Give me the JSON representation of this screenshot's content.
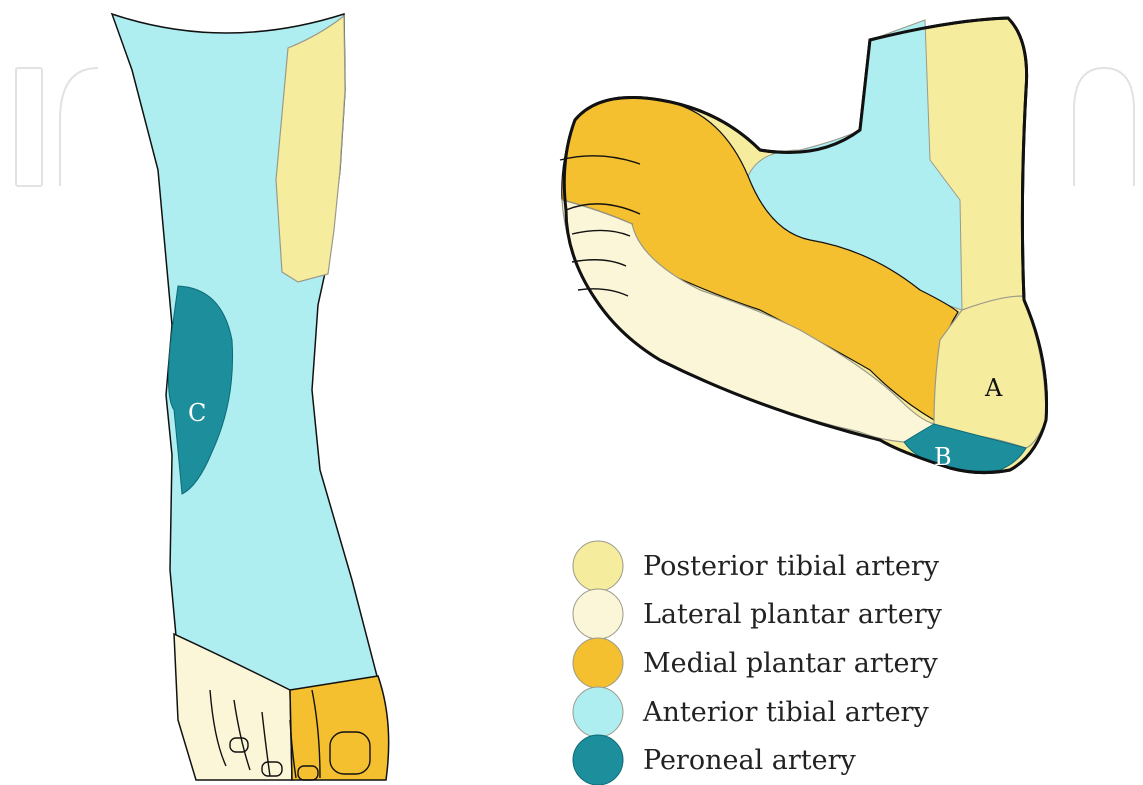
{
  "colors": {
    "posterior_tibial": "#F6EC9E",
    "lateral_plantar": "#FBF6D8",
    "medial_plantar": "#F4C030",
    "anterior_tibial": "#AEEEF1",
    "peroneal": "#1C8E9C",
    "outline": "#111111",
    "boundary": "#9a9a8a"
  },
  "labels": {
    "a": "A",
    "b": "B",
    "c": "C"
  },
  "legend": [
    {
      "label": "Posterior tibial artery",
      "color": "#F6EC9E"
    },
    {
      "label": "Lateral plantar artery",
      "color": "#FBF6D8"
    },
    {
      "label": "Medial plantar artery",
      "color": "#F4C030"
    },
    {
      "label": "Anterior tibial artery",
      "color": "#AEEEF1"
    },
    {
      "label": "Peroneal artery",
      "color": "#1C8E9C"
    }
  ]
}
